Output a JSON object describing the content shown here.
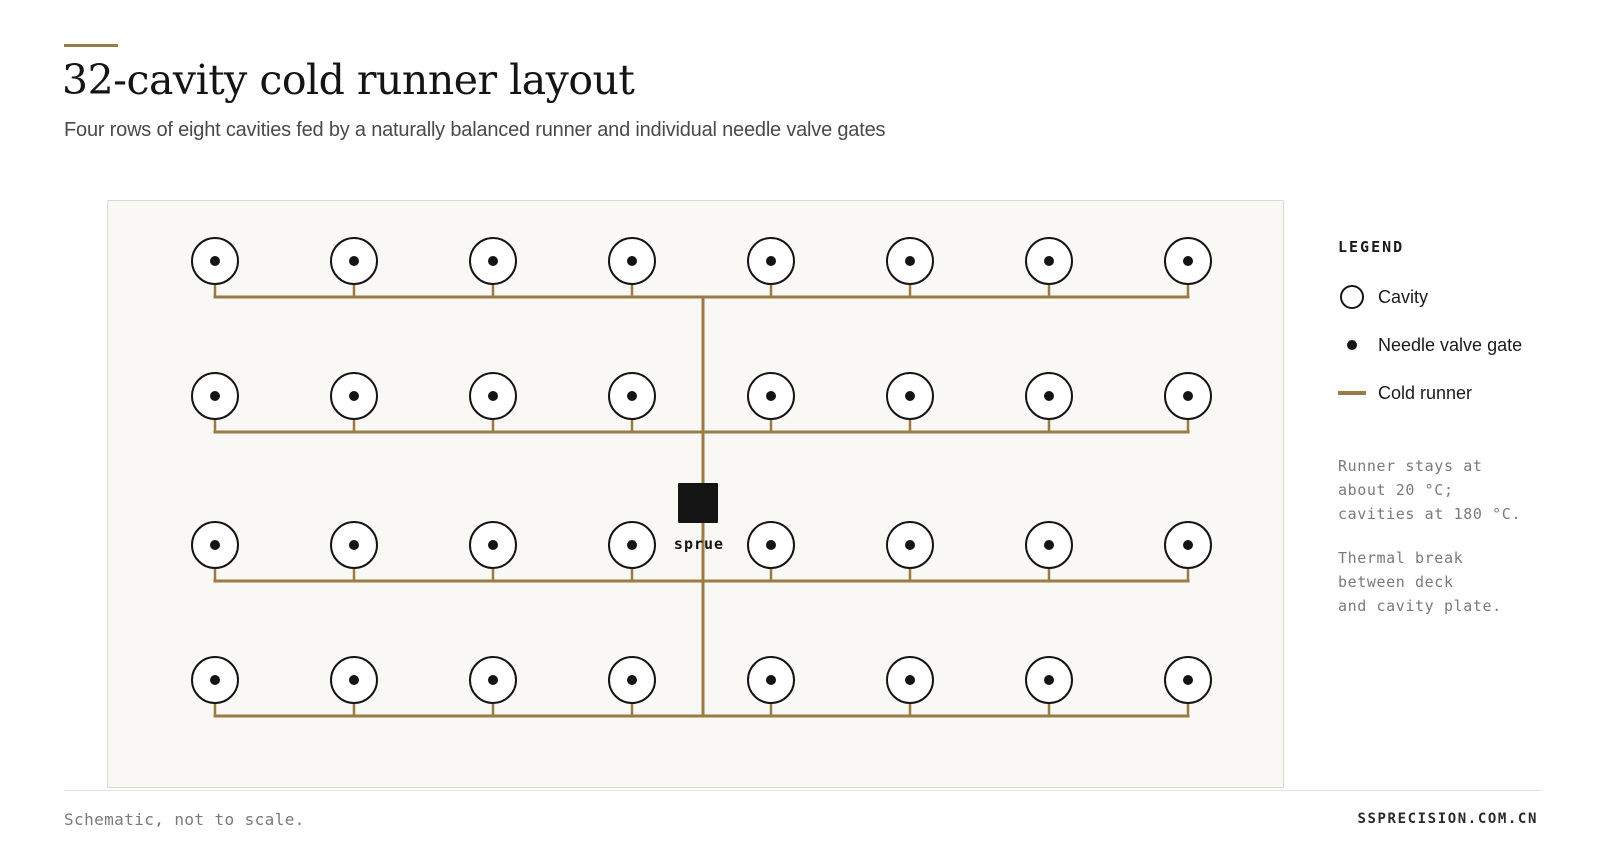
{
  "header": {
    "title": "32-cavity cold runner layout",
    "subtitle": "Four rows of eight cavities fed by a naturally balanced runner and individual needle valve gates"
  },
  "diagram": {
    "rows": 4,
    "cavities_per_row": 8,
    "sprue_label": "sprue",
    "colors": {
      "runner": "#9a7b45",
      "cavity_stroke": "#141414",
      "gate": "#141414",
      "sprue": "#141414",
      "panel": "#f9f8f4"
    }
  },
  "legend": {
    "heading": "LEGEND",
    "items": [
      {
        "label": "Cavity",
        "icon": "cavity-circle-icon"
      },
      {
        "label": "Needle valve gate",
        "icon": "needle-gate-dot-icon"
      },
      {
        "label": "Cold runner",
        "icon": "cold-runner-line-icon"
      }
    ],
    "notes": {
      "runner_temp": [
        "Runner stays at",
        "about 20 °C;",
        "cavities at 180 °C."
      ],
      "thermal_break": [
        "Thermal break",
        "between deck",
        "and cavity plate."
      ]
    }
  },
  "footer": {
    "note": "Schematic, not to scale.",
    "brand": "SSPRECISION.COM.CN"
  }
}
